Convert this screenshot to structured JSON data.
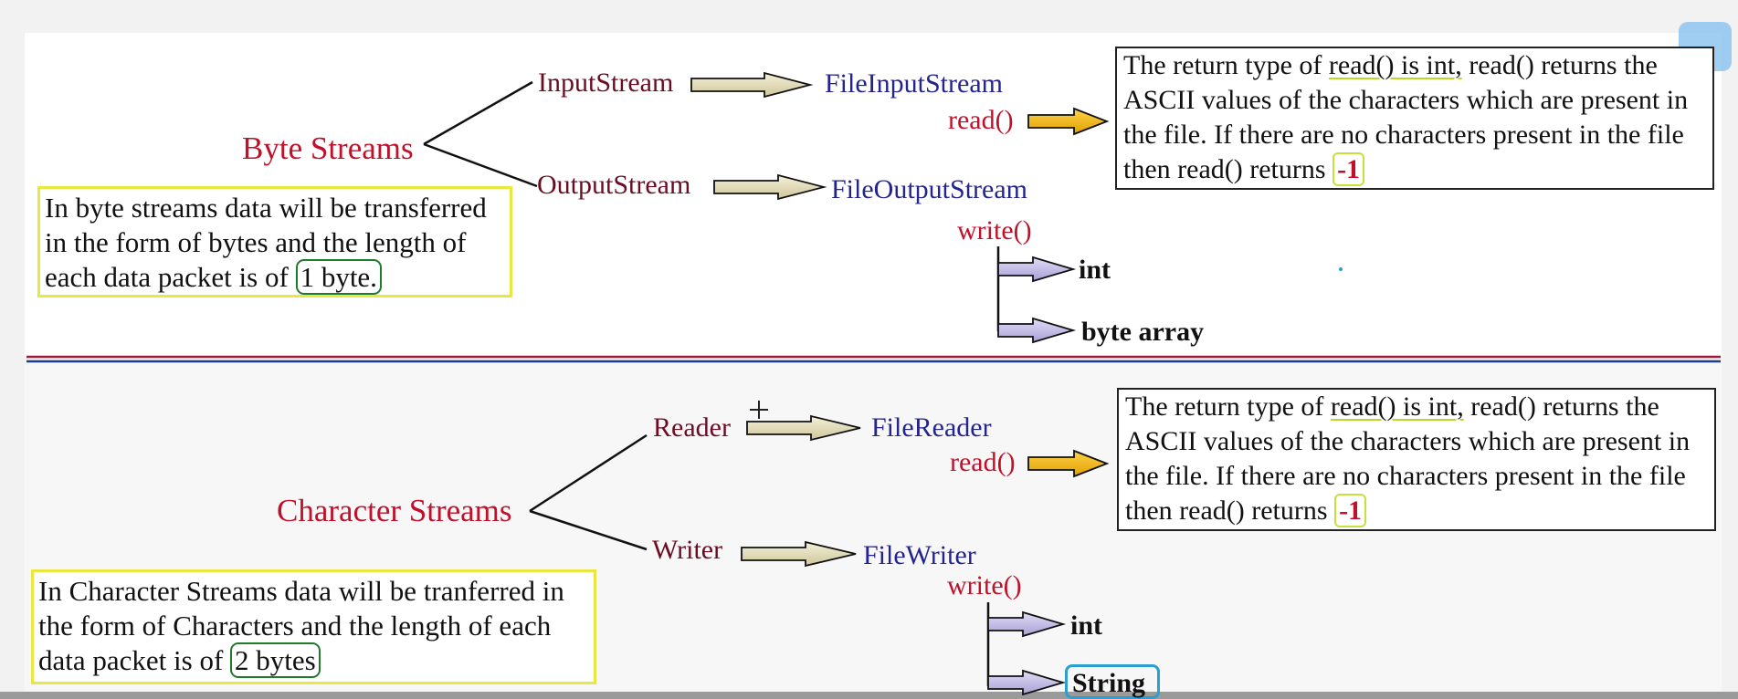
{
  "byte_section": {
    "title": "Byte Streams",
    "input_label": "InputStream",
    "output_label": "OutputStream",
    "input_impl": "FileInputStream",
    "output_impl": "FileOutputStream",
    "read_method": "read()",
    "write_method": "write()",
    "write_params": [
      "int",
      "byte array"
    ],
    "note": {
      "text_before": "In byte streams data will be transferred in the form of bytes and the length of each data packet is of ",
      "highlight": "1 byte."
    },
    "info": {
      "p1": "The return type of ",
      "u1": "read() is int,",
      "p2": " read() returns the ASCII values of the characters which are present in the file. If there are no characters present in the file then read() returns ",
      "value": "-1"
    }
  },
  "char_section": {
    "title": "Character Streams",
    "reader_label": "Reader",
    "writer_label": "Writer",
    "reader_impl": "FileReader",
    "writer_impl": "FileWriter",
    "read_method": "read()",
    "write_method": "write()",
    "write_params": [
      "int",
      "String"
    ],
    "note": {
      "text_before": "In Character Streams data will be tranferred in the form of Characters and the length of each data packet is of ",
      "highlight": "2 bytes"
    },
    "info": {
      "p1": "The return type of ",
      "u1": "read() is int,",
      "p2": " read() returns the ASCII values of the characters which are present in the file. If there are no characters present in the file then read() returns ",
      "value": "-1"
    }
  },
  "colors": {
    "title": "#c0112a",
    "label": "#6b0d22",
    "impl": "#24248f",
    "hollow_arrow_fill": "#e6e0c0",
    "read_arrow_fill": "#f2b81a",
    "param_arrow_fill": "#c8c0ea",
    "divider_red": "#a11a3a",
    "divider_blue": "#1d3b8f"
  },
  "icons": [
    "corner-app-icon",
    "crosshair-cursor-icon"
  ]
}
